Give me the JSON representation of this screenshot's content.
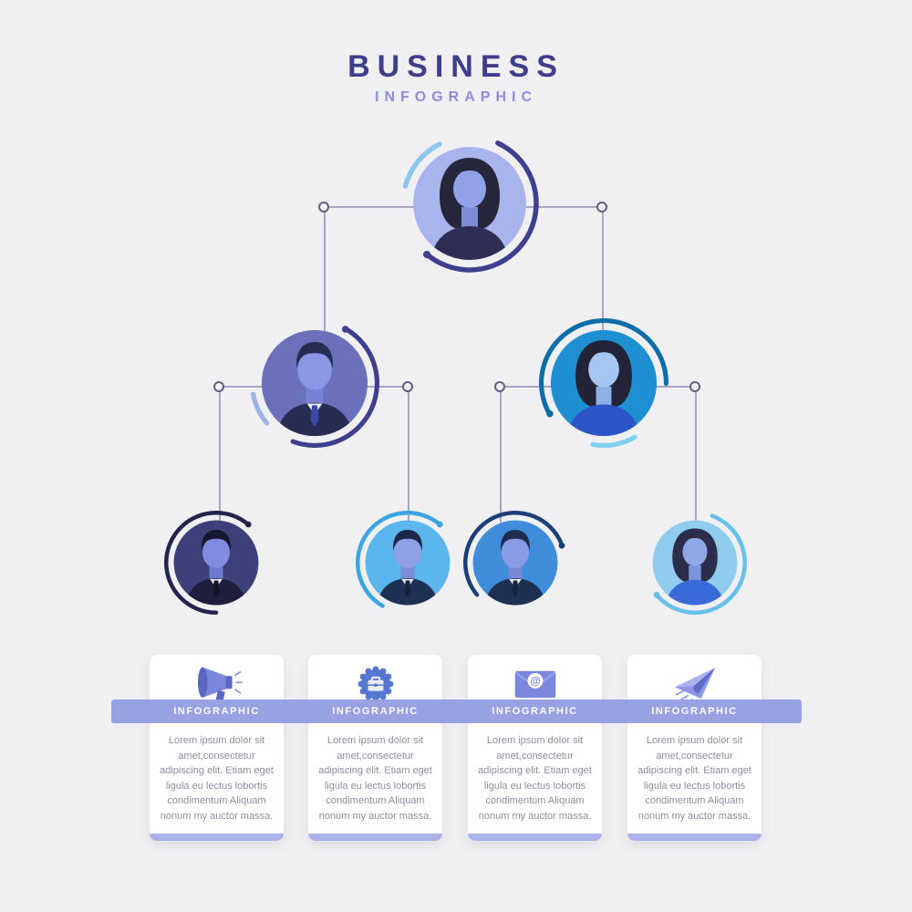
{
  "title": {
    "main": "BUSINESS",
    "sub": "INFOGRAPHIC"
  },
  "palette": {
    "background": "#f0f0f2",
    "title_primary": "#3e3e8c",
    "title_secondary": "#8a90dd",
    "ribbon": "#98a1e2",
    "card_strip": "#aab2ea",
    "icon_primary": "#7b87dd",
    "icon_dark": "#5a66c0",
    "badge_blue": "#5577d0",
    "connector_line": "#a7a7c2"
  },
  "org_chart": {
    "levels": [
      {
        "level": 1,
        "nodes": [
          {
            "person": "woman",
            "avatar_bg": "#a9b3ec",
            "arc": "#3f3f8f",
            "arc2": "#8ec6ee"
          }
        ]
      },
      {
        "level": 2,
        "nodes": [
          {
            "person": "man",
            "avatar_bg": "#6b70ba",
            "arc": "#3f3f8f"
          },
          {
            "person": "woman",
            "avatar_bg": "#1f8fd4",
            "arc": "#0d6da8"
          }
        ]
      },
      {
        "level": 3,
        "nodes": [
          {
            "person": "man",
            "avatar_bg": "#3c3f78",
            "arc": "#23244d"
          },
          {
            "person": "man",
            "avatar_bg": "#5ab6ec",
            "arc": "#3aa5e0"
          },
          {
            "person": "man",
            "avatar_bg": "#3e8cda",
            "arc": "#1d3f77"
          },
          {
            "person": "woman",
            "avatar_bg": "#8fccee",
            "arc": "#66c0ea"
          }
        ]
      }
    ]
  },
  "cards": [
    {
      "icon": "megaphone-icon",
      "banner": "INFOGRAPHIC",
      "body": "Lorem ipsum dolor sit amet,consectetur adipiscing elit. Etiam eget ligula eu lectus lobortis condimentum Aliquam nonum my auctor massa."
    },
    {
      "icon": "briefcase-badge-icon",
      "banner": "INFOGRAPHIC",
      "body": "Lorem ipsum dolor sit amet,consectetur adipiscing elit. Etiam eget ligula eu lectus lobortis condimentum Aliquam nonum my auctor massa."
    },
    {
      "icon": "envelope-at-icon",
      "banner": "INFOGRAPHIC",
      "glyph": "@",
      "body": "Lorem ipsum dolor sit amet,consectetur adipiscing elit. Etiam eget ligula eu lectus lobortis condimentum Aliquam nonum my auctor massa."
    },
    {
      "icon": "paper-plane-icon",
      "banner": "INFOGRAPHIC",
      "body": "Lorem ipsum dolor sit amet,consectetur adipiscing elit. Etiam eget ligula eu lectus lobortis condimentum Aliquam nonum my auctor massa."
    }
  ]
}
